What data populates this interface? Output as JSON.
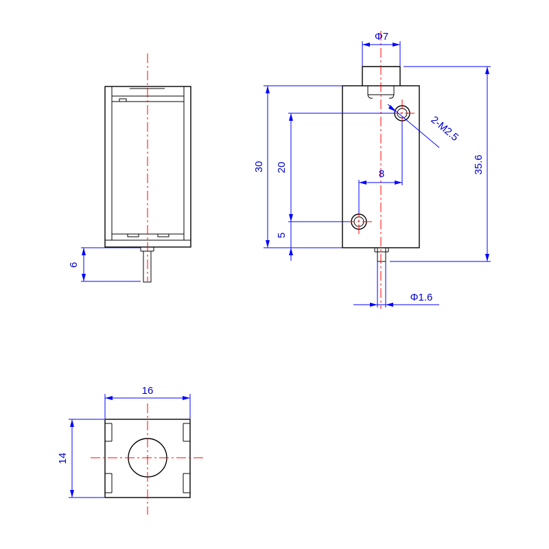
{
  "dimensions": {
    "diameter_7": "Φ7",
    "thread_callout": "2-M2.5",
    "height_35_6": "35.6",
    "height_30": "30",
    "spacing_20": "20",
    "offset_8": "8",
    "offset_5": "5",
    "pin_6": "6",
    "diameter_1_6": "Φ1.6",
    "width_16": "16",
    "height_14": "14"
  }
}
